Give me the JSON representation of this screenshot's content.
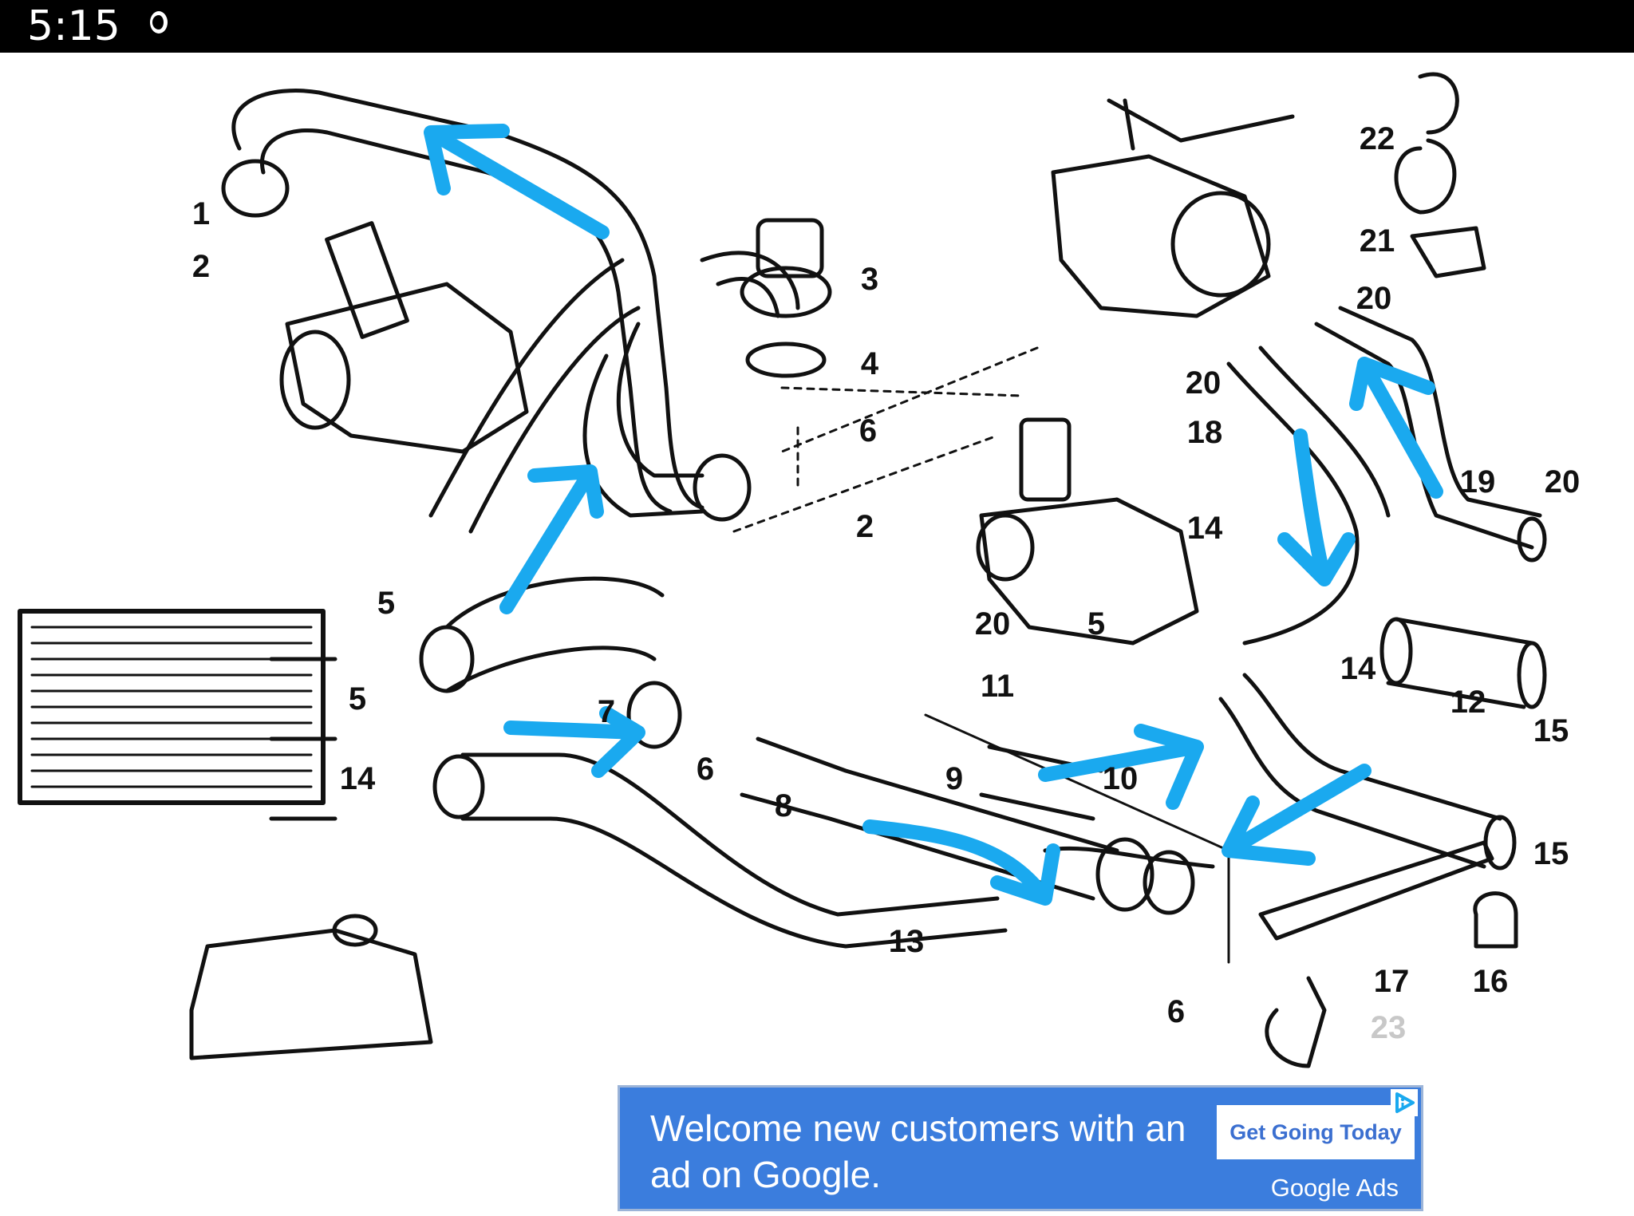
{
  "status_bar": {
    "time": "5:15",
    "indicator_icon": "circle-status-icon"
  },
  "diagram": {
    "part_numbers": {
      "p1": "1",
      "p2a": "2",
      "p2b": "2",
      "p3": "3",
      "p4": "4",
      "p5a": "5",
      "p5b": "5",
      "p5c": "5",
      "p6a": "6",
      "p6b": "6",
      "p6c": "6",
      "p7": "7",
      "p8": "8",
      "p9": "9",
      "p10": "10",
      "p11": "11",
      "p12": "12",
      "p13": "13",
      "p14a": "14",
      "p14b": "14",
      "p14c": "14",
      "p15a": "15",
      "p15b": "15",
      "p16": "16",
      "p17": "17",
      "p18": "18",
      "p19": "19",
      "p20a": "20",
      "p20b": "20",
      "p20c": "20",
      "p20d": "20",
      "p21": "21",
      "p22": "22",
      "p23": "23"
    },
    "annotation_color": "#1aa9ef",
    "line_color": "#111111"
  },
  "ad": {
    "message": "Welcome new customers with an ad on Google.",
    "cta_label": "Get Going Today",
    "brand": "Google Ads",
    "background_color": "#3b7ddd",
    "adchoices_icon": "adchoices-triangle-icon"
  }
}
